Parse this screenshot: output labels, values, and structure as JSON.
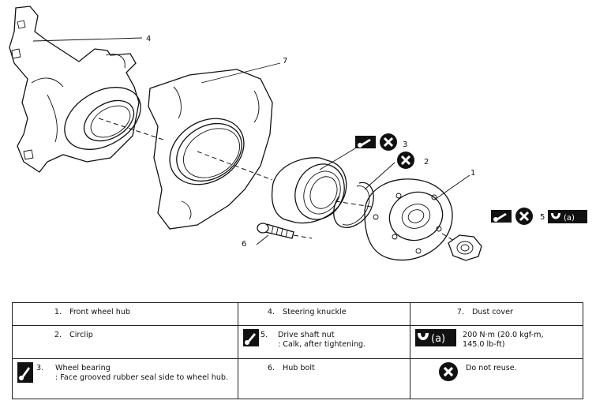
{
  "callouts": {
    "c1": "1",
    "c2": "2",
    "c3": "3",
    "c4": "4",
    "c5": "5",
    "c6": "6",
    "c7": "7",
    "a_marker": "(a)"
  },
  "icons": {
    "grease": "grease-icon",
    "do_not_reuse": "do-not-reuse-icon",
    "torque": "torque-icon"
  },
  "legend": {
    "r1c1": {
      "num": "1.",
      "text": "Front wheel hub"
    },
    "r1c2": {
      "num": "4.",
      "text": "Steering knuckle"
    },
    "r1c3": {
      "num": "7.",
      "text": "Dust cover"
    },
    "r2c1": {
      "num": "2.",
      "text": "Circlip"
    },
    "r2c2": {
      "num": "5.",
      "text": "Drive shaft nut",
      "sub": ": Calk, after tightening."
    },
    "r2c3": {
      "text": "200 N·m (20.0 kgf-m,",
      "sub": "145.0 lb-ft)",
      "icon_text": "(a)"
    },
    "r3c1": {
      "num": "3.",
      "text": "Wheel bearing",
      "sub": ": Face grooved rubber seal side to wheel hub."
    },
    "r3c2": {
      "num": "6.",
      "text": "Hub bolt"
    },
    "r3c3": {
      "text": "Do not reuse."
    }
  }
}
